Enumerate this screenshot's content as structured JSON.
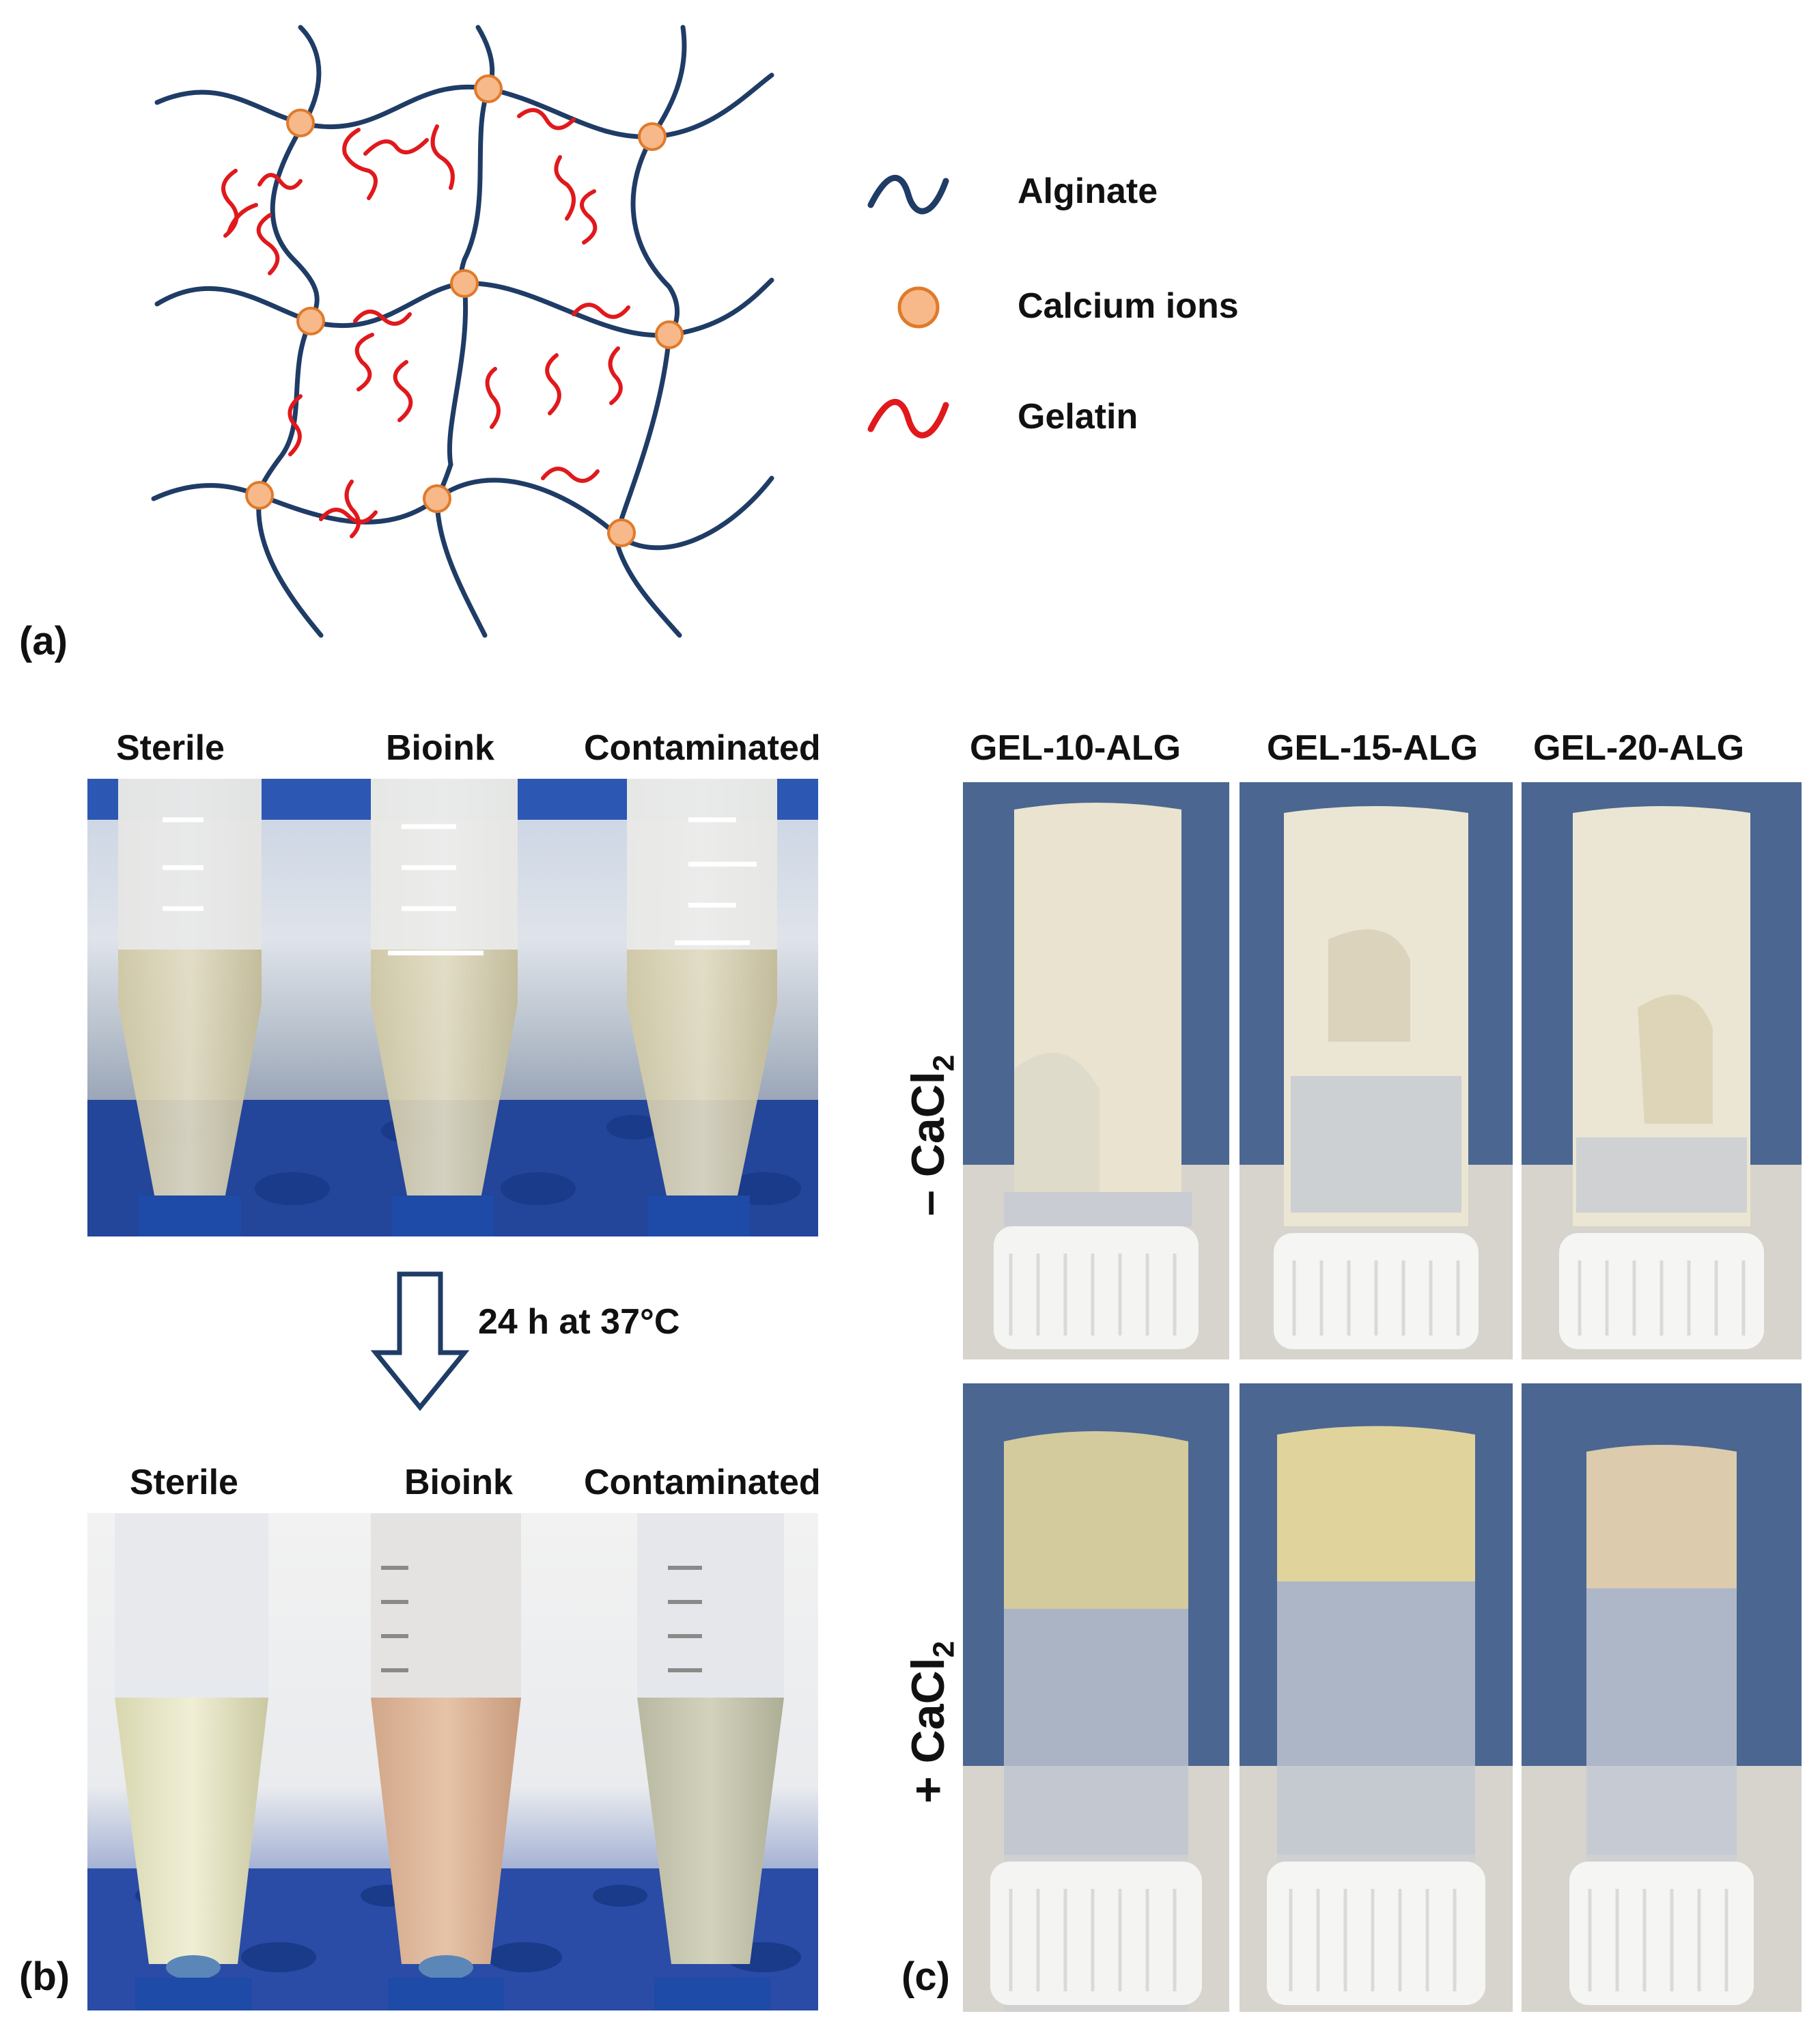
{
  "panel_a": {
    "tag": "(a)",
    "legend": [
      {
        "label": "Alginate",
        "icon": "blue-wave-icon",
        "color": "#1f3c66"
      },
      {
        "label": "Calcium ions",
        "icon": "orange-circle-icon",
        "color": "#f7b98a"
      },
      {
        "label": "Gelatin",
        "icon": "red-wave-icon",
        "color": "#e0191c"
      }
    ]
  },
  "panel_b": {
    "tag": "(b)",
    "top_labels": [
      "Sterile",
      "Bioink",
      "Contaminated"
    ],
    "arrow_label": "24 h at 37°C",
    "bottom_labels": [
      "Sterile",
      "Bioink",
      "Contaminated"
    ]
  },
  "panel_c": {
    "tag": "(c)",
    "column_labels": [
      "GEL-10-ALG",
      "GEL-15-ALG",
      "GEL-20-ALG"
    ],
    "row_minus": {
      "sign": "–",
      "chem": "CaCl",
      "sub": "2"
    },
    "row_plus": {
      "sign": "+",
      "chem": "CaCl",
      "sub": "2"
    }
  }
}
